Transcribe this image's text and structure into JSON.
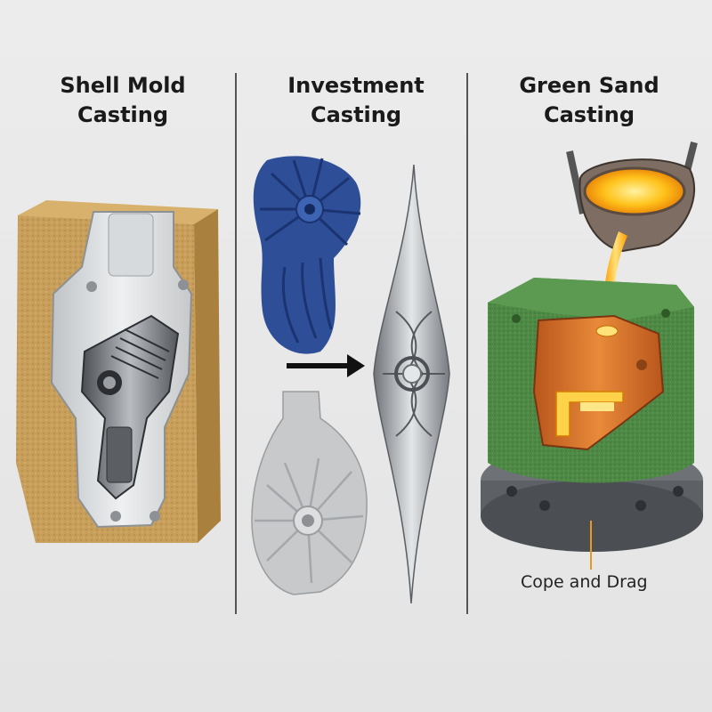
{
  "panels": [
    {
      "title_line1": "Shell Mold",
      "title_line2": "Casting"
    },
    {
      "title_line1": "Investment",
      "title_line2": "Casting"
    },
    {
      "title_line1": "Green Sand",
      "title_line2": "Casting"
    }
  ],
  "annotations": {
    "cope_drag": "Cope and Drag"
  },
  "colors": {
    "sand": "#c9a15c",
    "wax": "#2f4f99",
    "green_sand": "#4f8a44",
    "molten": "#f0a000"
  }
}
